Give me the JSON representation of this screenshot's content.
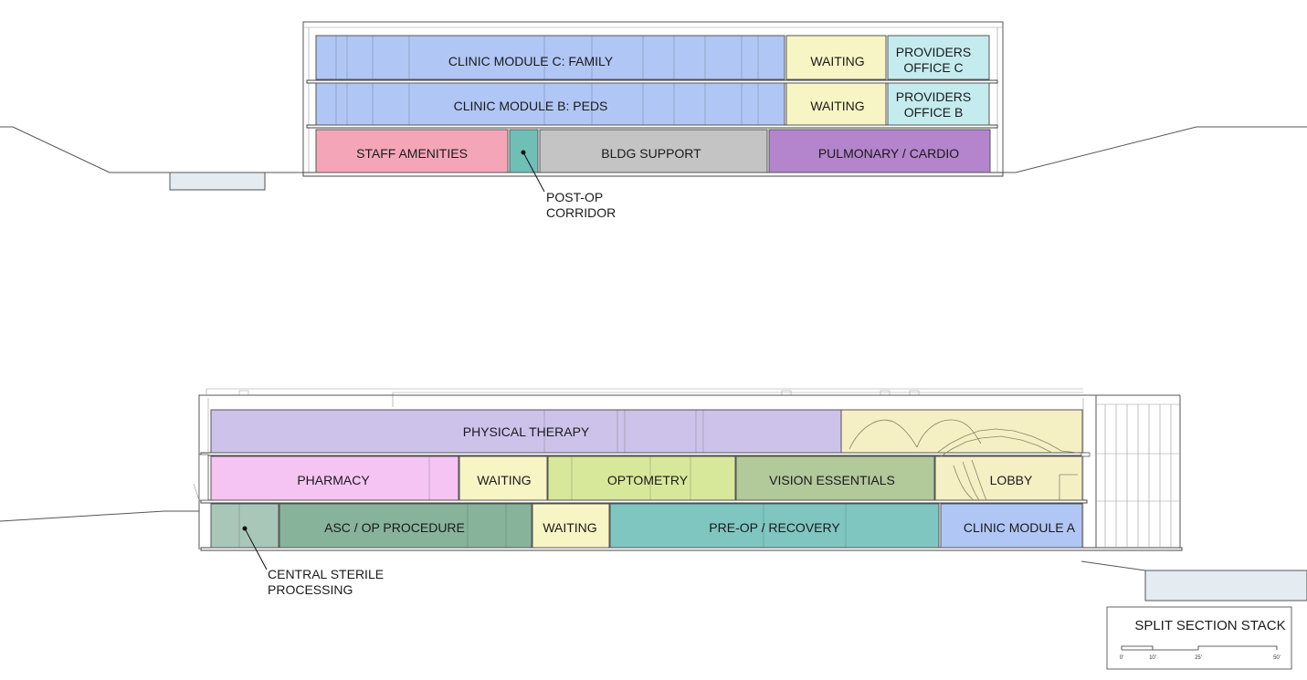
{
  "upper_section": {
    "floor3": {
      "clinic_c": "CLINIC MODULE C: FAMILY",
      "waiting": "WAITING",
      "providers_c": [
        "PROVIDERS",
        "OFFICE C"
      ]
    },
    "floor2": {
      "clinic_b": "CLINIC MODULE B: PEDS",
      "waiting": "WAITING",
      "providers_b": [
        "PROVIDERS",
        "OFFICE B"
      ]
    },
    "floor1": {
      "staff": "STAFF AMENITIES",
      "bldg_support": "BLDG SUPPORT",
      "pulmonary": "PULMONARY / CARDIO"
    },
    "callout_postop": [
      "POST-OP",
      "CORRIDOR"
    ]
  },
  "lower_section": {
    "floor3": {
      "physical_therapy": "PHYSICAL THERAPY"
    },
    "floor2": {
      "pharmacy": "PHARMACY",
      "waiting": "WAITING",
      "optometry": "OPTOMETRY",
      "vision": "VISION ESSENTIALS",
      "lobby": "LOBBY"
    },
    "floor1": {
      "asc": "ASC / OP PROCEDURE",
      "waiting": "WAITING",
      "preop": "PRE-OP / RECOVERY",
      "clinic_a": "CLINIC MODULE A"
    },
    "callout_csp": [
      "CENTRAL STERILE",
      "PROCESSING"
    ]
  },
  "legend": {
    "title": "SPLIT SECTION STACK",
    "scale_ticks": [
      "0'",
      "10'",
      "25'",
      "50'"
    ]
  },
  "colors": {
    "clinic_blue": "#b0c6f5",
    "waiting_yellow": "#f7f5c4",
    "providers_cyan": "#c4ecef",
    "staff_pink": "#f4a6b8",
    "corridor_teal": "#6fbfb7",
    "support_gray": "#c4c4c4",
    "pulmonary_purple": "#b484cc",
    "pt_lavender": "#cdc3ea",
    "pharmacy_pink": "#f5c4f3",
    "optometry_green": "#d8e89a",
    "vision_green": "#b2c99a",
    "lobby_yellow": "#f5f0c4",
    "csp_gray": "#a9c7b9",
    "asc_green": "#87b39a",
    "preop_teal": "#7fc6c1",
    "site_fill": "#e4ecf1"
  }
}
